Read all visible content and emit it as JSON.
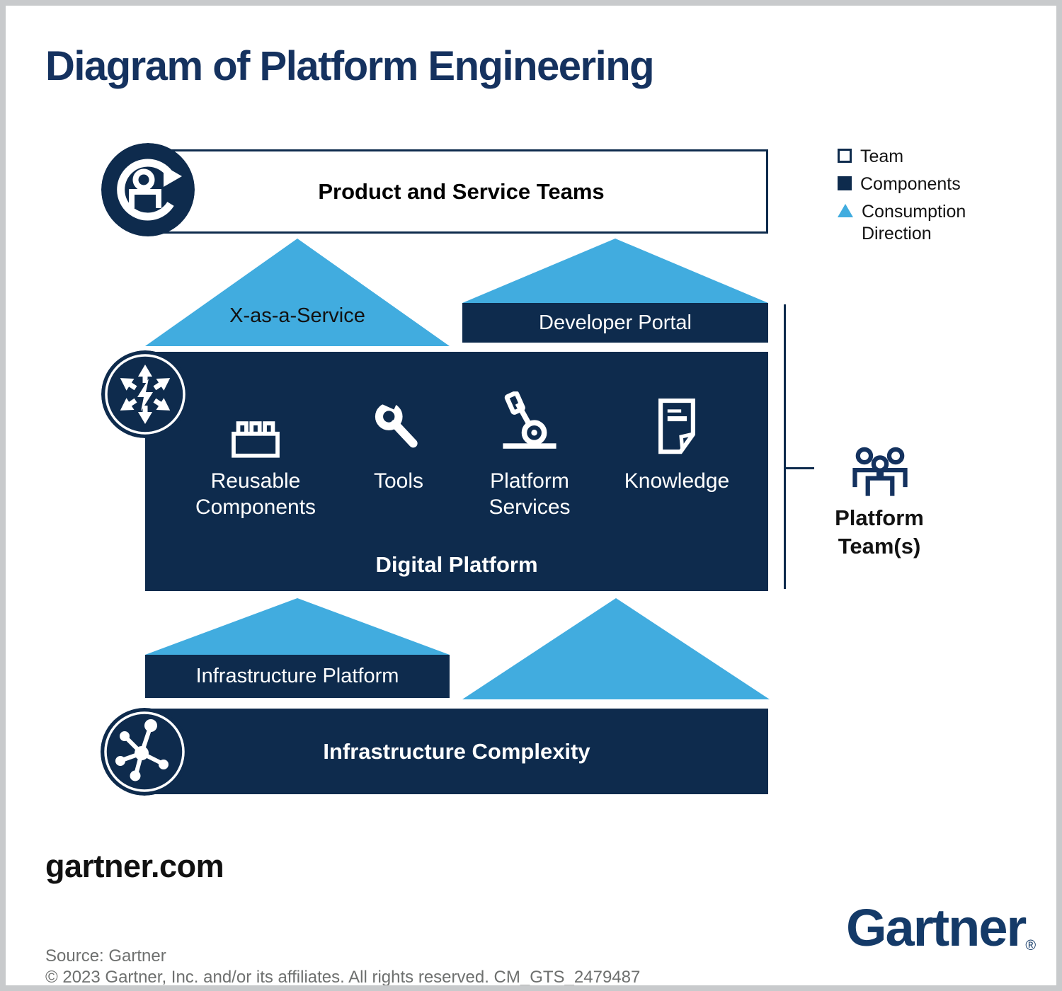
{
  "title": "Diagram of Platform Engineering",
  "legend": [
    {
      "label": "Team",
      "marker": "team-open-square"
    },
    {
      "label": "Components",
      "marker": "components-filled-square"
    },
    {
      "label": "Consumption Direction",
      "marker": "consumption-triangle"
    }
  ],
  "diagram": {
    "product_service_teams": "Product and Service Teams",
    "x_as_a_service": "X-as-a-Service",
    "developer_portal": "Developer Portal",
    "digital_platform_caption": "Digital Platform",
    "platform_teams": "Platform Team(s)",
    "infrastructure_platform": "Infrastructure Platform",
    "infrastructure_complexity": "Infrastructure Complexity"
  },
  "digital_platform_items": [
    {
      "label": "Reusable Components",
      "icon": "brick-icon"
    },
    {
      "label": "Tools",
      "icon": "wrench-icon"
    },
    {
      "label": "Platform Services",
      "icon": "platform-lever-icon"
    },
    {
      "label": "Knowledge",
      "icon": "document-icon"
    }
  ],
  "icons": {
    "top_left": "person-refresh-icon",
    "digital_platform": "hub-arrows-bolt-icon",
    "infrastructure": "network-nodes-icon",
    "platform_teams": "people-group-icon"
  },
  "footer": {
    "website": "gartner.com",
    "source": "Source: Gartner",
    "copyright": "© 2023 Gartner, Inc. and/or its affiliates. All rights reserved. CM_GTS_2479487",
    "logo_text": "Gartner",
    "registered_mark": "®"
  },
  "colors": {
    "navy": "#0e2b4d",
    "title_navy": "#15325f",
    "light_blue": "#41acdf",
    "logo_navy": "#143a68",
    "footer_gray": "#6e706f",
    "frame_gray": "#c8cacc"
  }
}
